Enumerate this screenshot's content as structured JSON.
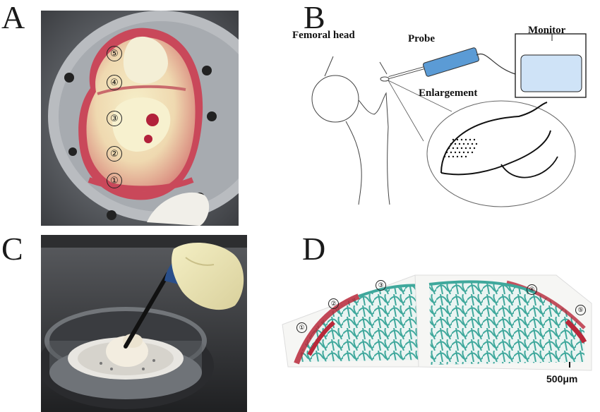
{
  "panels": {
    "a": {
      "letter": "A",
      "markers": [
        "⑤",
        "④",
        "③",
        "②",
        "①"
      ]
    },
    "b": {
      "letter": "B",
      "femoral_head": "Femoral head",
      "probe": "Probe",
      "monitor": "Monitor",
      "enlargement": "Enlargement"
    },
    "c": {
      "letter": "C"
    },
    "d": {
      "letter": "D",
      "markers": [
        "①",
        "②",
        "③",
        "④",
        "⑤"
      ],
      "scale_bar": "500μm"
    }
  },
  "colors": {
    "probe_blue": "#5b9bd5",
    "monitor_screen": "#cfe3f7",
    "stain_green": "#3fa89c",
    "stain_red": "#b8283a"
  }
}
